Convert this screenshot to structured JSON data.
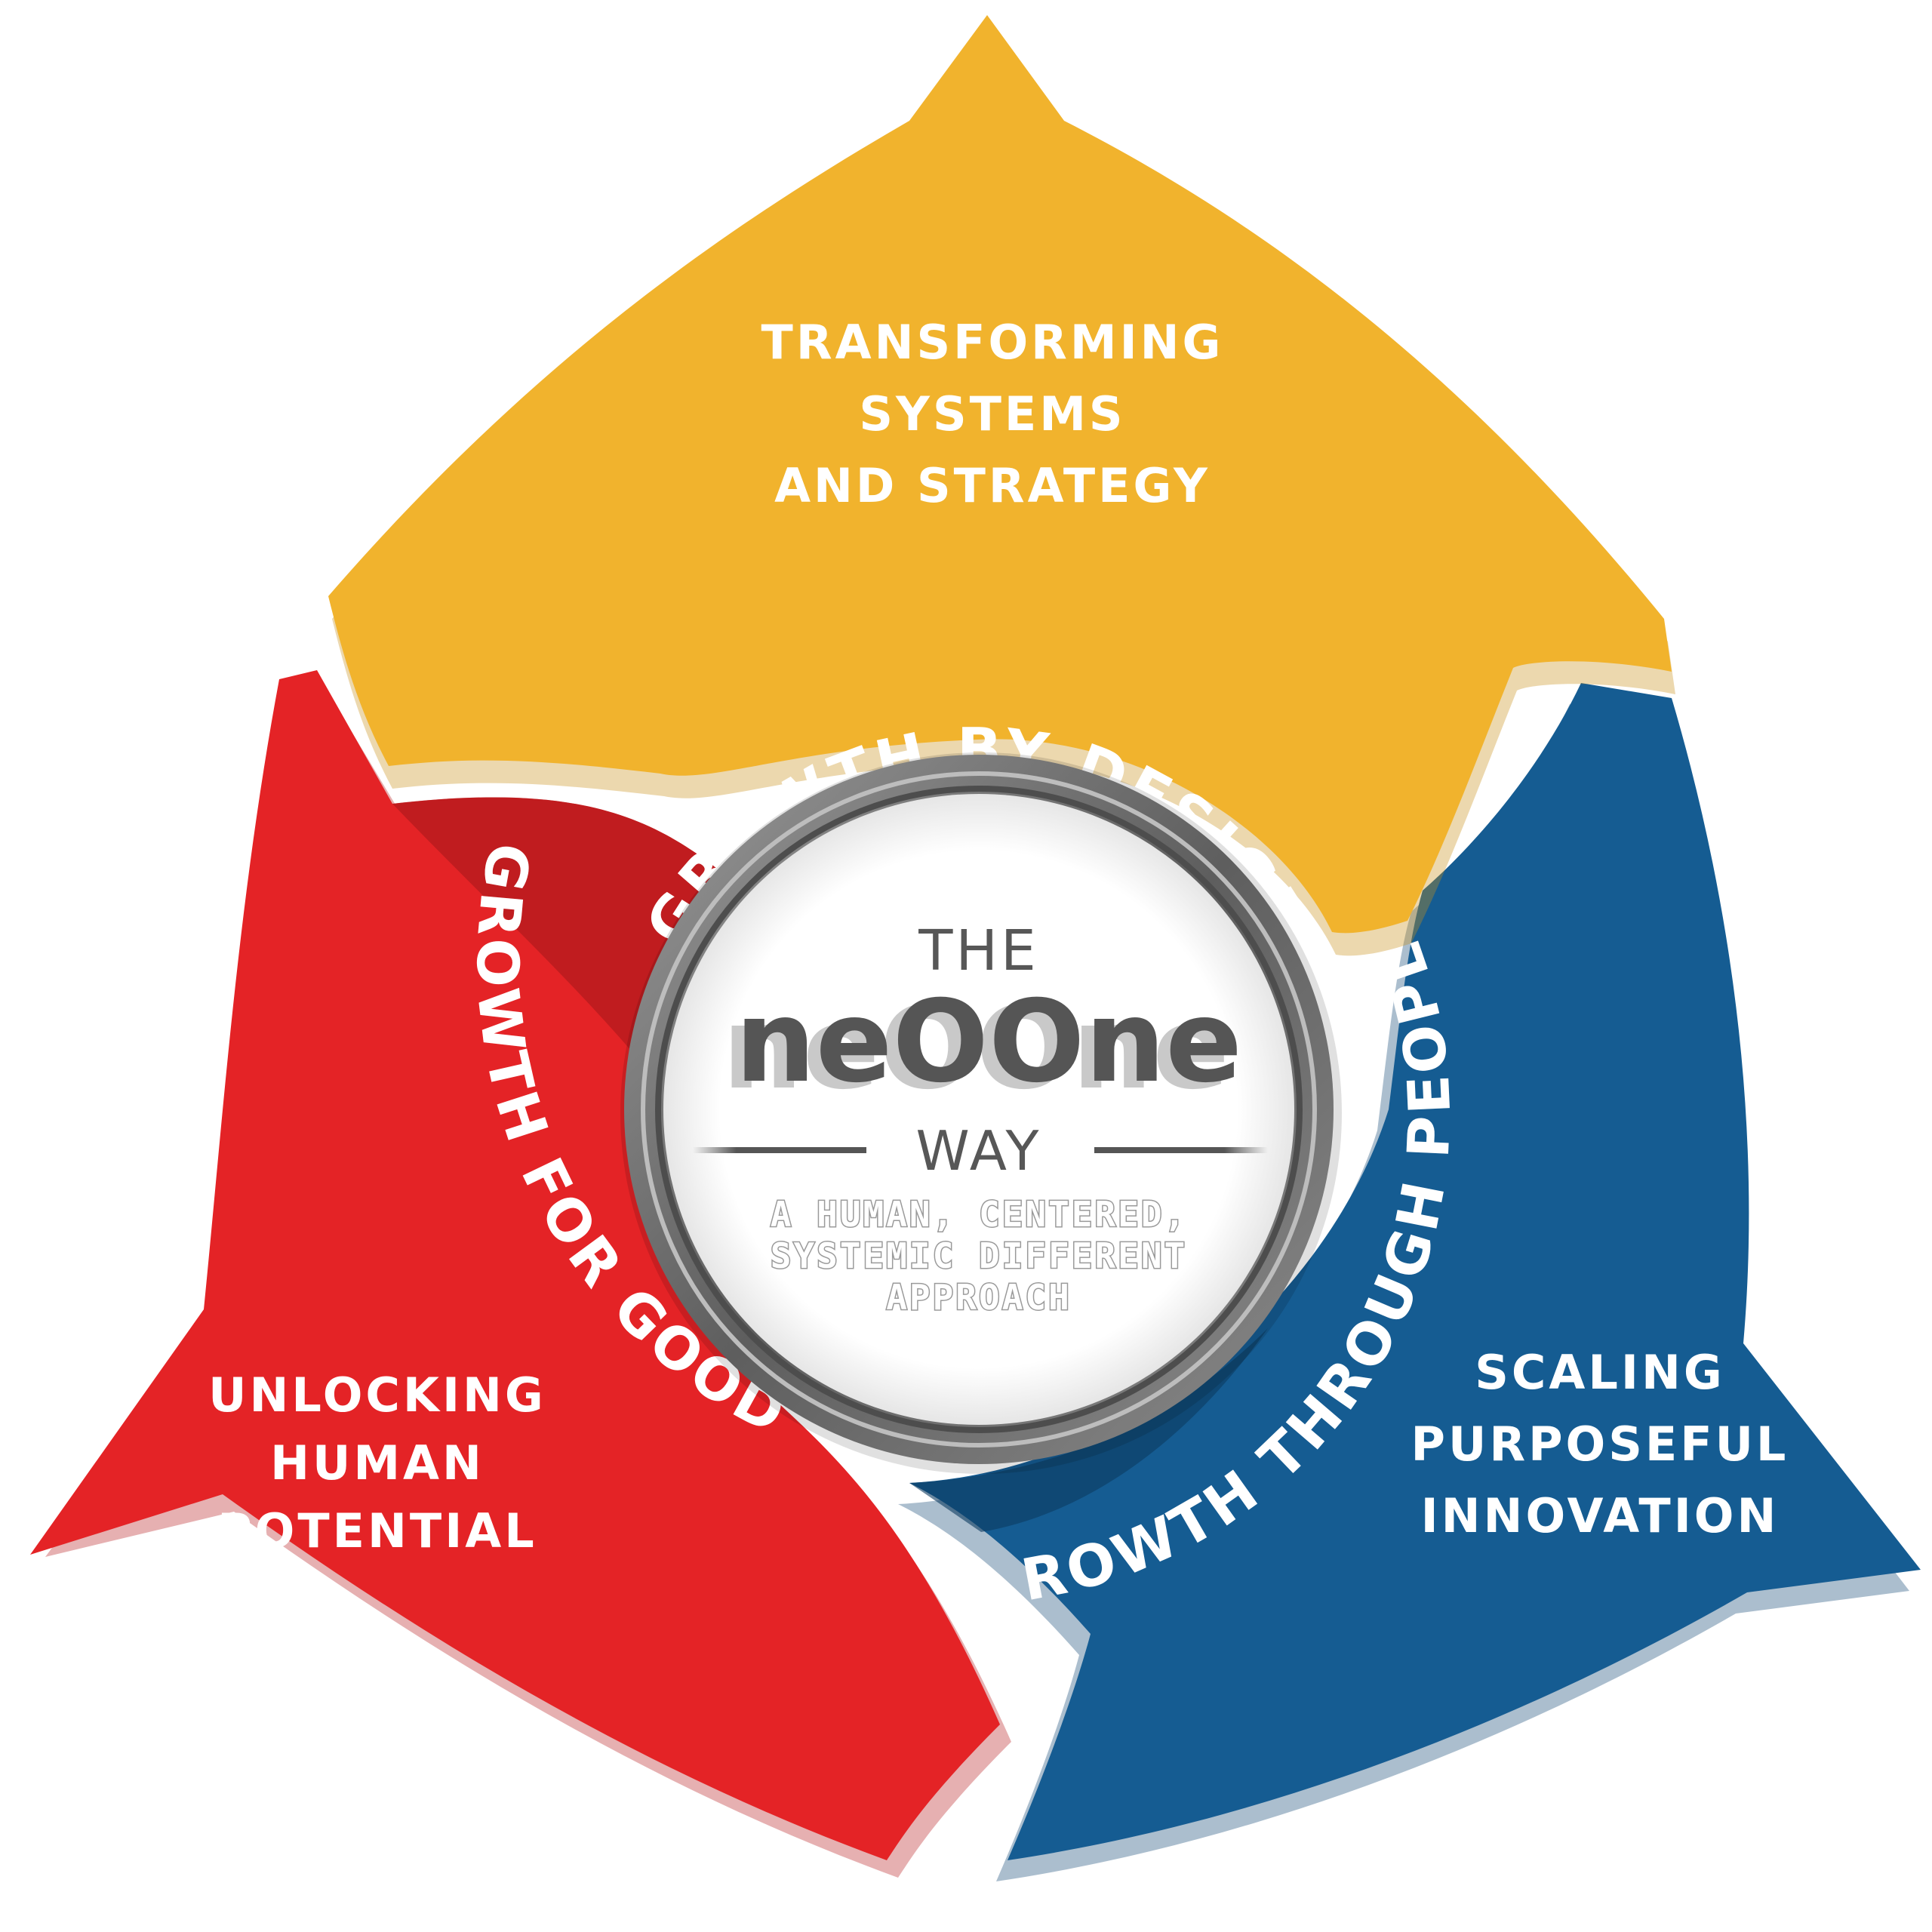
{
  "colors": {
    "yellow": "#f1b32d",
    "red": "#e42326",
    "blue": "#155c92",
    "ring": "#777777",
    "center_bg": "#ffffff",
    "center_text": "#555555"
  },
  "segments": {
    "top": {
      "arc_label": "GROWTH BY DESIGN",
      "lines": [
        "TRANSFORMING",
        "SYSTEMS",
        "AND STRATEGY"
      ]
    },
    "left": {
      "arc_label": "GROWTH FOR GOOD",
      "lines": [
        "UNLOCKING",
        "HUMAN",
        "POTENTIAL"
      ]
    },
    "right": {
      "arc_label": "GROWTH THROUGH PEOPLE",
      "lines": [
        "SCALING",
        "PURPOSEFUL",
        "INNOVATION"
      ]
    }
  },
  "center": {
    "the": "THE",
    "brand": "neOOne",
    "way": "WAY",
    "tagline": [
      "A HUMAN, CENTERED,",
      "SYSTEMIC DIFFERENT",
      "APPROACH"
    ]
  }
}
